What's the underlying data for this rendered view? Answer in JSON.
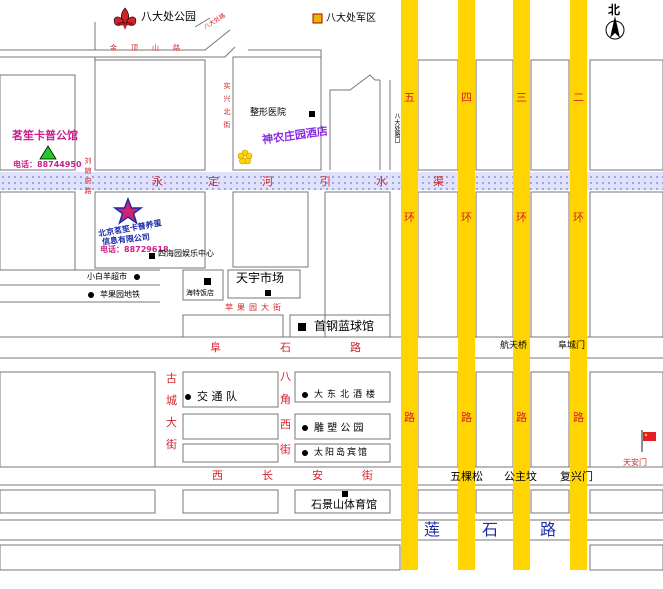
{
  "compass": {
    "label": "北"
  },
  "legend_park": {
    "label": "八大处公园"
  },
  "legend_army": {
    "label": "八大处军区"
  },
  "roads": {
    "jinding": "金顶山路",
    "yongding_canal": [
      "永",
      "定",
      "河",
      "引",
      "水",
      "渠"
    ],
    "liushu": "刘娘府路",
    "shixing": "实兴北街",
    "badachu_road": "八大处路",
    "badachu_crossing": "八大处路口",
    "fushi": [
      "阜",
      "石",
      "路"
    ],
    "gucheng": [
      "古",
      "城",
      "大",
      "街"
    ],
    "bajiao": [
      "八",
      "角",
      "西",
      "街"
    ],
    "xichangan": [
      "西",
      "长",
      "安",
      "街"
    ],
    "pingguoyuan_street": "苹果园大街",
    "lianshi": [
      "莲",
      "石",
      "路"
    ],
    "ring5": [
      "五",
      "环",
      "路"
    ],
    "ring4": [
      "四",
      "环",
      "路"
    ],
    "ring3": [
      "三",
      "环",
      "路"
    ],
    "ring2": [
      "二",
      "环",
      "路"
    ]
  },
  "places": {
    "orthopedic": "整形医院",
    "shennong": "神农庄园酒店",
    "company_top": "茗笙卡普公馆",
    "company_phone": "电话：88744950",
    "target_company_line1": "北京茗笙卡普养蛋",
    "target_company_line2": "信息有限公司",
    "target_phone": "电话：88729618",
    "sihai": "四海园娱乐中心",
    "xiaobaiyang": "小白羊超市",
    "pingguoyuan_metro": "苹果园地铁",
    "haite": "海特饭店",
    "tianyu": "天宇市场",
    "shougang": "首钢蓝球馆",
    "jiaotong": "交 通 队",
    "dadong": "大东北酒楼",
    "diaosu": "雕 塑 公 园",
    "taiyang": "太阳岛宾馆",
    "shijingshan_gym": "石景山体育馆",
    "hangtian": "航天桥",
    "fuchengmen": "阜城门",
    "wukesong": "五棵松",
    "gongzhufen": "公主坟",
    "fuxingmen": "复兴门",
    "tiananmen": "天安门"
  },
  "colors": {
    "ring": "#ffd400",
    "canal": "#cfd3f5",
    "road_line": "#7a7a7a",
    "label_red": "#d2232a"
  }
}
